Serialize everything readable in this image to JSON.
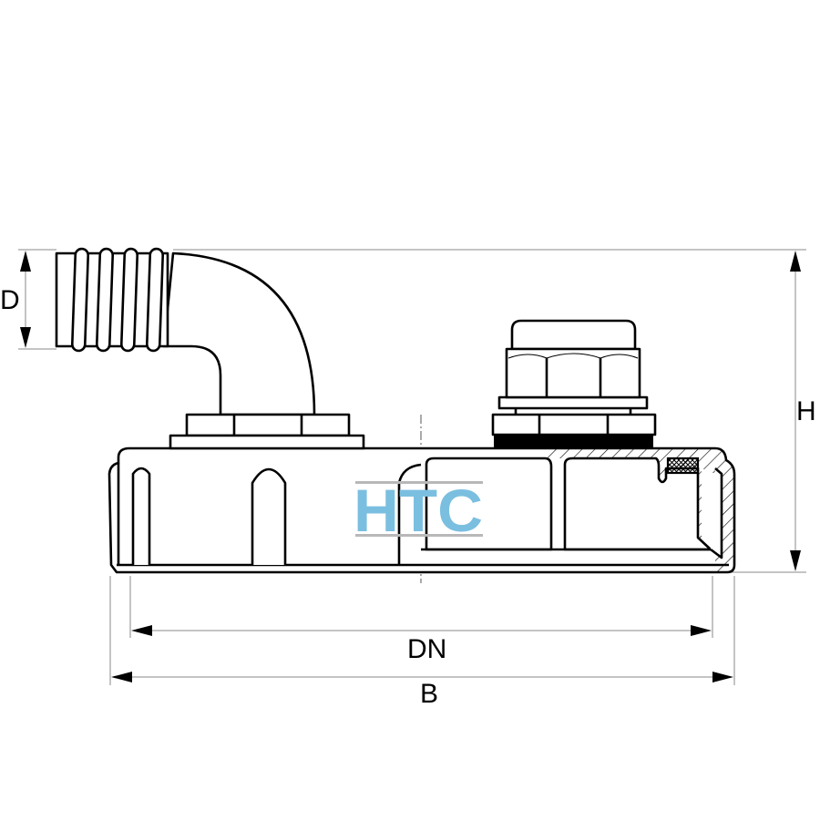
{
  "dimensions": {
    "D": "D",
    "H": "H",
    "DN": "DN",
    "B": "B"
  },
  "logo": {
    "text": "HTC",
    "color": "#7bbfe0",
    "rule_color": "#b8b8b8"
  }
}
